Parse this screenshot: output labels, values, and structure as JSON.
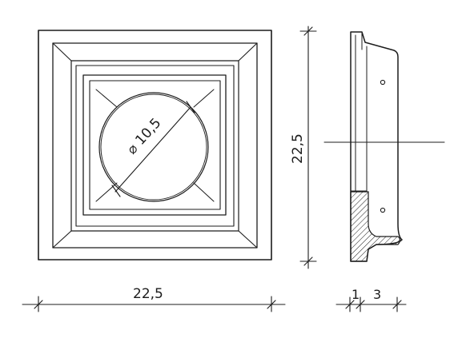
{
  "drawing": {
    "diameter_label": "⌀ 10,5",
    "width_label": "22,5",
    "height_label": "22,5",
    "depth_left_label": "1",
    "depth_right_label": "3"
  },
  "colors": {
    "line": "#1c1c1c",
    "background": "#ffffff"
  }
}
